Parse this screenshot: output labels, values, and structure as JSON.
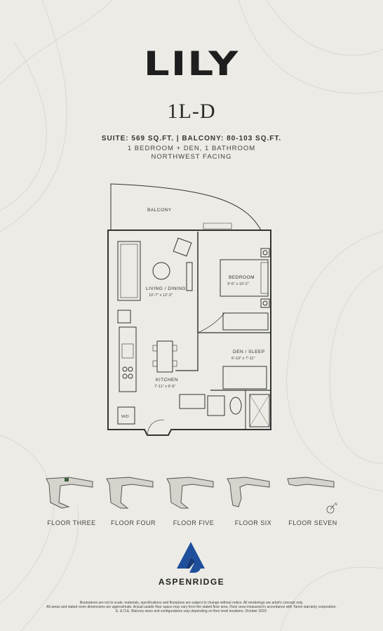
{
  "brand": {
    "logo_text": "LILY",
    "developer": "ASPENRIDGE"
  },
  "unit": {
    "name": "1L-D",
    "suite_line": "SUITE: 569 SQ.FT. | BALCONY: 80-103 SQ.FT.",
    "rooms_line": "1 BEDROOM + DEN, 1 BATHROOM",
    "facing_line": "NORTHWEST FACING"
  },
  "plan": {
    "balcony": "BALCONY",
    "living": {
      "name": "LIVING / DINING",
      "dims": "10'-7\" x 12'-3\""
    },
    "bedroom": {
      "name": "BEDROOM",
      "dims": "9'-6\" x 10'-2\""
    },
    "den": {
      "name": "DEN / SLEEP",
      "dims": "6'-10\" x 7'-11\""
    },
    "kitchen": {
      "name": "KITCHEN",
      "dims": "7'-11\" x 9'-6\""
    },
    "washer_dryer": "W/D"
  },
  "floors": [
    "FLOOR THREE",
    "FLOOR FOUR",
    "FLOOR FIVE",
    "FLOOR SIX",
    "FLOOR SEVEN"
  ],
  "compass_label": "N",
  "disclaimer": [
    "Illustrations are not to scale, materials, specifications and floorplans are subject to change without notice. All renderings are artist's concept only.",
    "All areas and stated room dimensions are approximate. Actual usable floor space may vary from the stated floor area. Floor area measured in accordance with Tarion warranty corporation.",
    "E. & O.E. Balcony sizes and configurations vary depending on floor level locations. October 2023."
  ],
  "colors": {
    "background": "#ecebe5",
    "ink": "#222222",
    "brand_blue": "#1f4f9c",
    "contour": "#d9d8d1"
  }
}
